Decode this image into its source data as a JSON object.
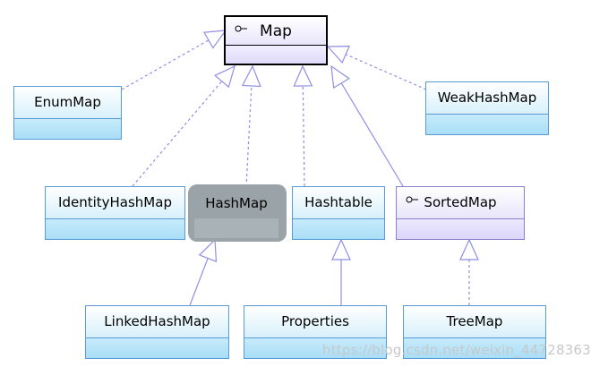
{
  "diagram": {
    "nodes": [
      {
        "id": "map",
        "label": "Map",
        "kind": "interface"
      },
      {
        "id": "enummap",
        "label": "EnumMap",
        "kind": "class"
      },
      {
        "id": "weakhashmap",
        "label": "WeakHashMap",
        "kind": "class"
      },
      {
        "id": "identityhashmap",
        "label": "IdentityHashMap",
        "kind": "class"
      },
      {
        "id": "hashmap",
        "label": "HashMap",
        "kind": "class",
        "highlighted": true
      },
      {
        "id": "hashtable",
        "label": "Hashtable",
        "kind": "class"
      },
      {
        "id": "sortedmap",
        "label": "SortedMap",
        "kind": "interface"
      },
      {
        "id": "linkedhashmap",
        "label": "LinkedHashMap",
        "kind": "class"
      },
      {
        "id": "properties",
        "label": "Properties",
        "kind": "class"
      },
      {
        "id": "treemap",
        "label": "TreeMap",
        "kind": "class"
      }
    ],
    "edges": [
      {
        "from": "enummap",
        "to": "map",
        "style": "dashed"
      },
      {
        "from": "identityhashmap",
        "to": "map",
        "style": "dashed"
      },
      {
        "from": "hashmap",
        "to": "map",
        "style": "dashed"
      },
      {
        "from": "hashtable",
        "to": "map",
        "style": "dashed"
      },
      {
        "from": "sortedmap",
        "to": "map",
        "style": "solid"
      },
      {
        "from": "weakhashmap",
        "to": "map",
        "style": "dashed"
      },
      {
        "from": "linkedhashmap",
        "to": "hashmap",
        "style": "solid"
      },
      {
        "from": "properties",
        "to": "hashtable",
        "style": "solid"
      },
      {
        "from": "treemap",
        "to": "sortedmap",
        "style": "dashed"
      }
    ]
  },
  "colors": {
    "class_border": "#5a9bd5",
    "interface_border": "#8b7fd0",
    "edge": "#8f8fe6",
    "highlight": "#9aa3a8"
  },
  "watermark": "https://blog.csdn.net/weixin_44728363"
}
